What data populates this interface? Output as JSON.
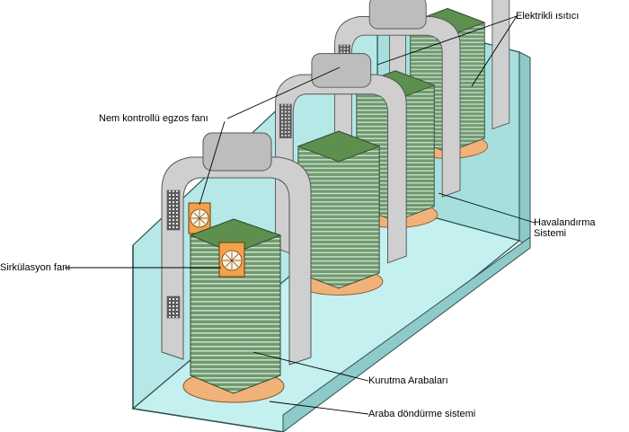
{
  "labels": {
    "heater": "Elektrikli ısıtıcı",
    "exhaust_fan": "Nem kontrollü egzos fanı",
    "ventilation_line1": "Havalandırma",
    "ventilation_line2": "Sistemi",
    "circulation_fan": "Sirkülasyon fanı",
    "drying_carts": "Kurutma Arabaları",
    "rotation_system": "Araba döndürme sistemi"
  },
  "colors": {
    "enclosure_floor": "#bfeeee",
    "enclosure_wall": "#a5dede",
    "enclosure_edge": "#2f4f4f",
    "duct_gray": "#c8c8c8",
    "duct_dark": "#8e8e8e",
    "rack_green": "#4f7a4f",
    "rack_light": "#8fae8f",
    "turntable_orange": "#f1b27a",
    "fan_orange": "#f2a24a"
  }
}
